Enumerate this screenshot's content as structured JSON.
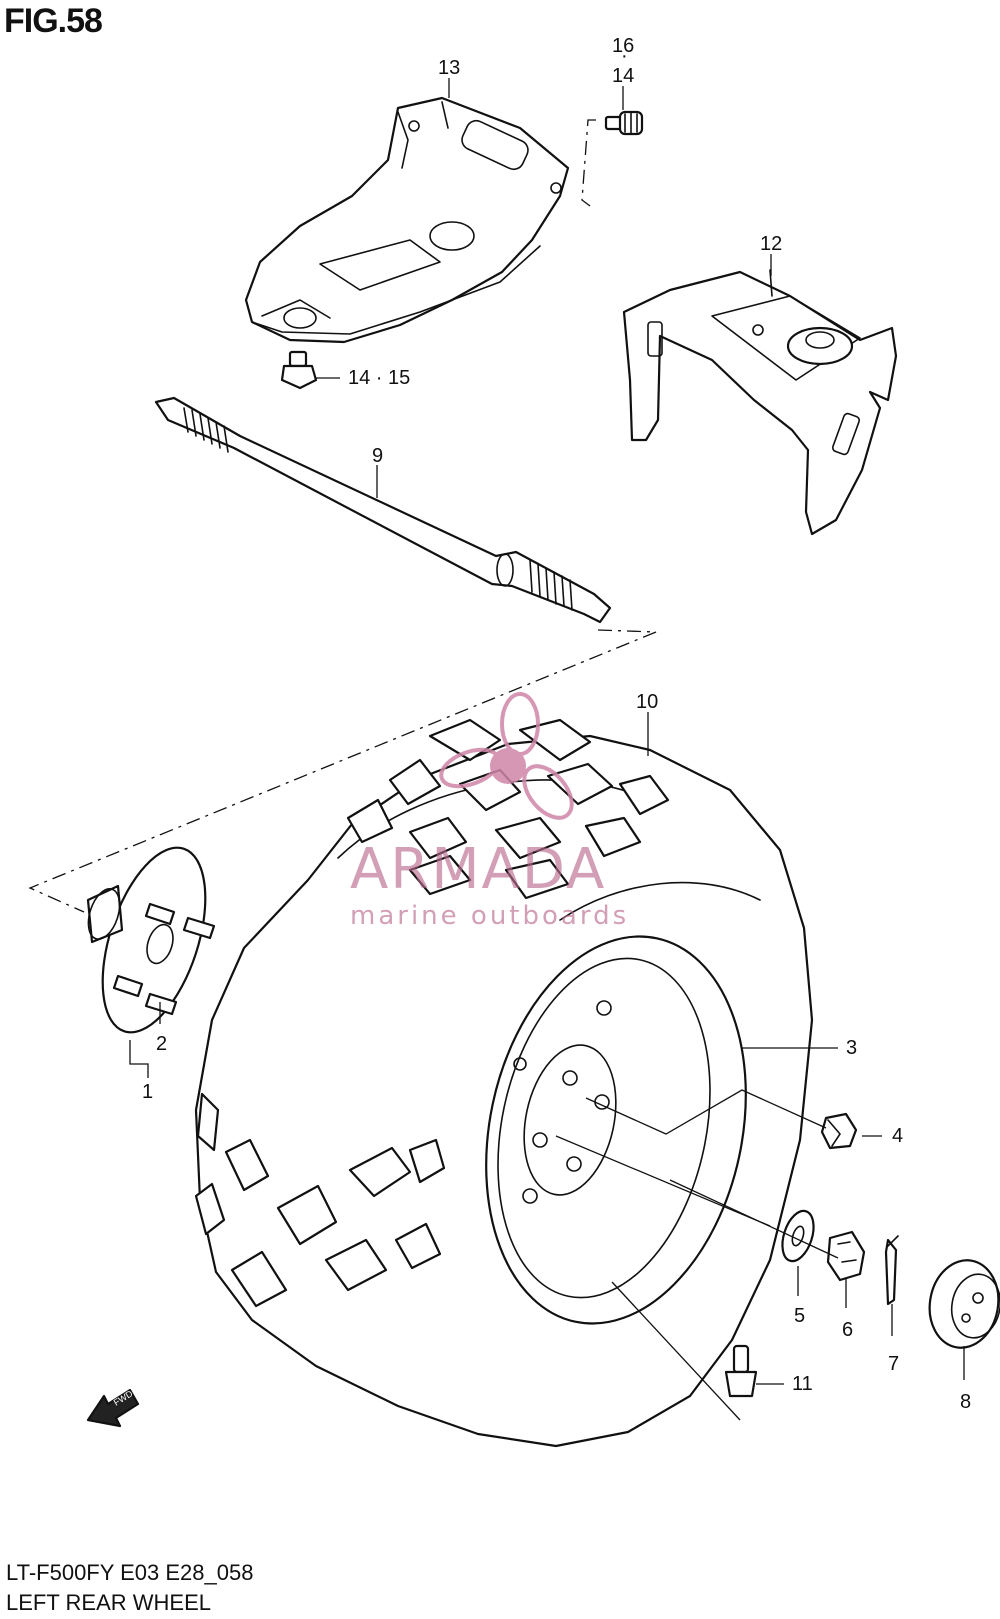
{
  "figure": {
    "title": "FIG.58",
    "model_code": "LT-F500FY E03 E28_058",
    "name": "LEFT REAR WHEEL"
  },
  "callouts": {
    "c1": "1",
    "c2": "2",
    "c3": "3",
    "c4": "4",
    "c5": "5",
    "c6": "6",
    "c7": "7",
    "c8": "8",
    "c9": "9",
    "c10": "10",
    "c11": "11",
    "c12": "12",
    "c13": "13",
    "c14_upper": "14",
    "c16": "16",
    "c14_15": "14 · 15"
  },
  "direction_marker": "FWD",
  "watermark": {
    "brand": "ARMADA",
    "tagline": "marine outboards",
    "color": "#b86a8e"
  }
}
